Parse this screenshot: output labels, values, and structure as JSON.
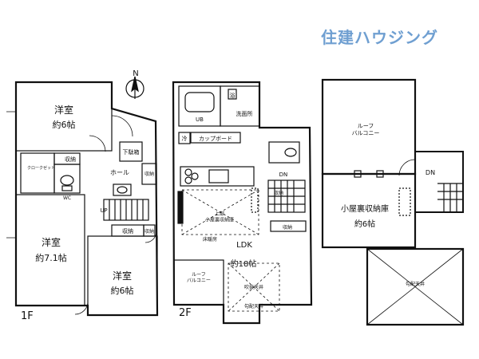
{
  "brand": {
    "name": "住建ハウジング",
    "color": "#6f9fd1"
  },
  "compass": {
    "label": "N"
  },
  "floors": {
    "f1": {
      "label": "1F",
      "rooms": {
        "western_top": {
          "name": "洋室",
          "size": "約6帖"
        },
        "western_left": {
          "name": "洋室",
          "size": "約7.1帖"
        },
        "western_bottom": {
          "name": "洋室",
          "size": "約6帖"
        },
        "shoe_closet": "下駄箱",
        "hall": "ホール",
        "storage_a": "収納",
        "storage_b": "収納",
        "storage_c": "収納",
        "storage_d": "収納",
        "up": "UP",
        "cloak": "クロークゼット",
        "wc": "WC"
      }
    },
    "f2": {
      "label": "2F",
      "rooms": {
        "bath": "浴",
        "ub": "UB",
        "washroom": "洗面所",
        "fridge": "冷",
        "cupboard": "カップボード",
        "dn": "DN",
        "storage_a": "収納",
        "storage_b": "収納",
        "loft_entry": "上部\n小屋裏収納庫",
        "floor_heat": "床暖房",
        "ldk": {
          "name": "LDK",
          "size": "約18帖"
        },
        "roof_balcony": "ルーフ\nバルコニー",
        "skylight": "吹抜天井",
        "ceiling_slope": "勾配天井"
      }
    },
    "loft": {
      "rooms": {
        "roof_balcony": "ルーフ\nバルコニー",
        "loft_storage": {
          "name": "小屋裏収納庫",
          "size": "約6帖"
        },
        "dn": "DN",
        "sloped_ceiling": "勾配天井"
      }
    }
  }
}
